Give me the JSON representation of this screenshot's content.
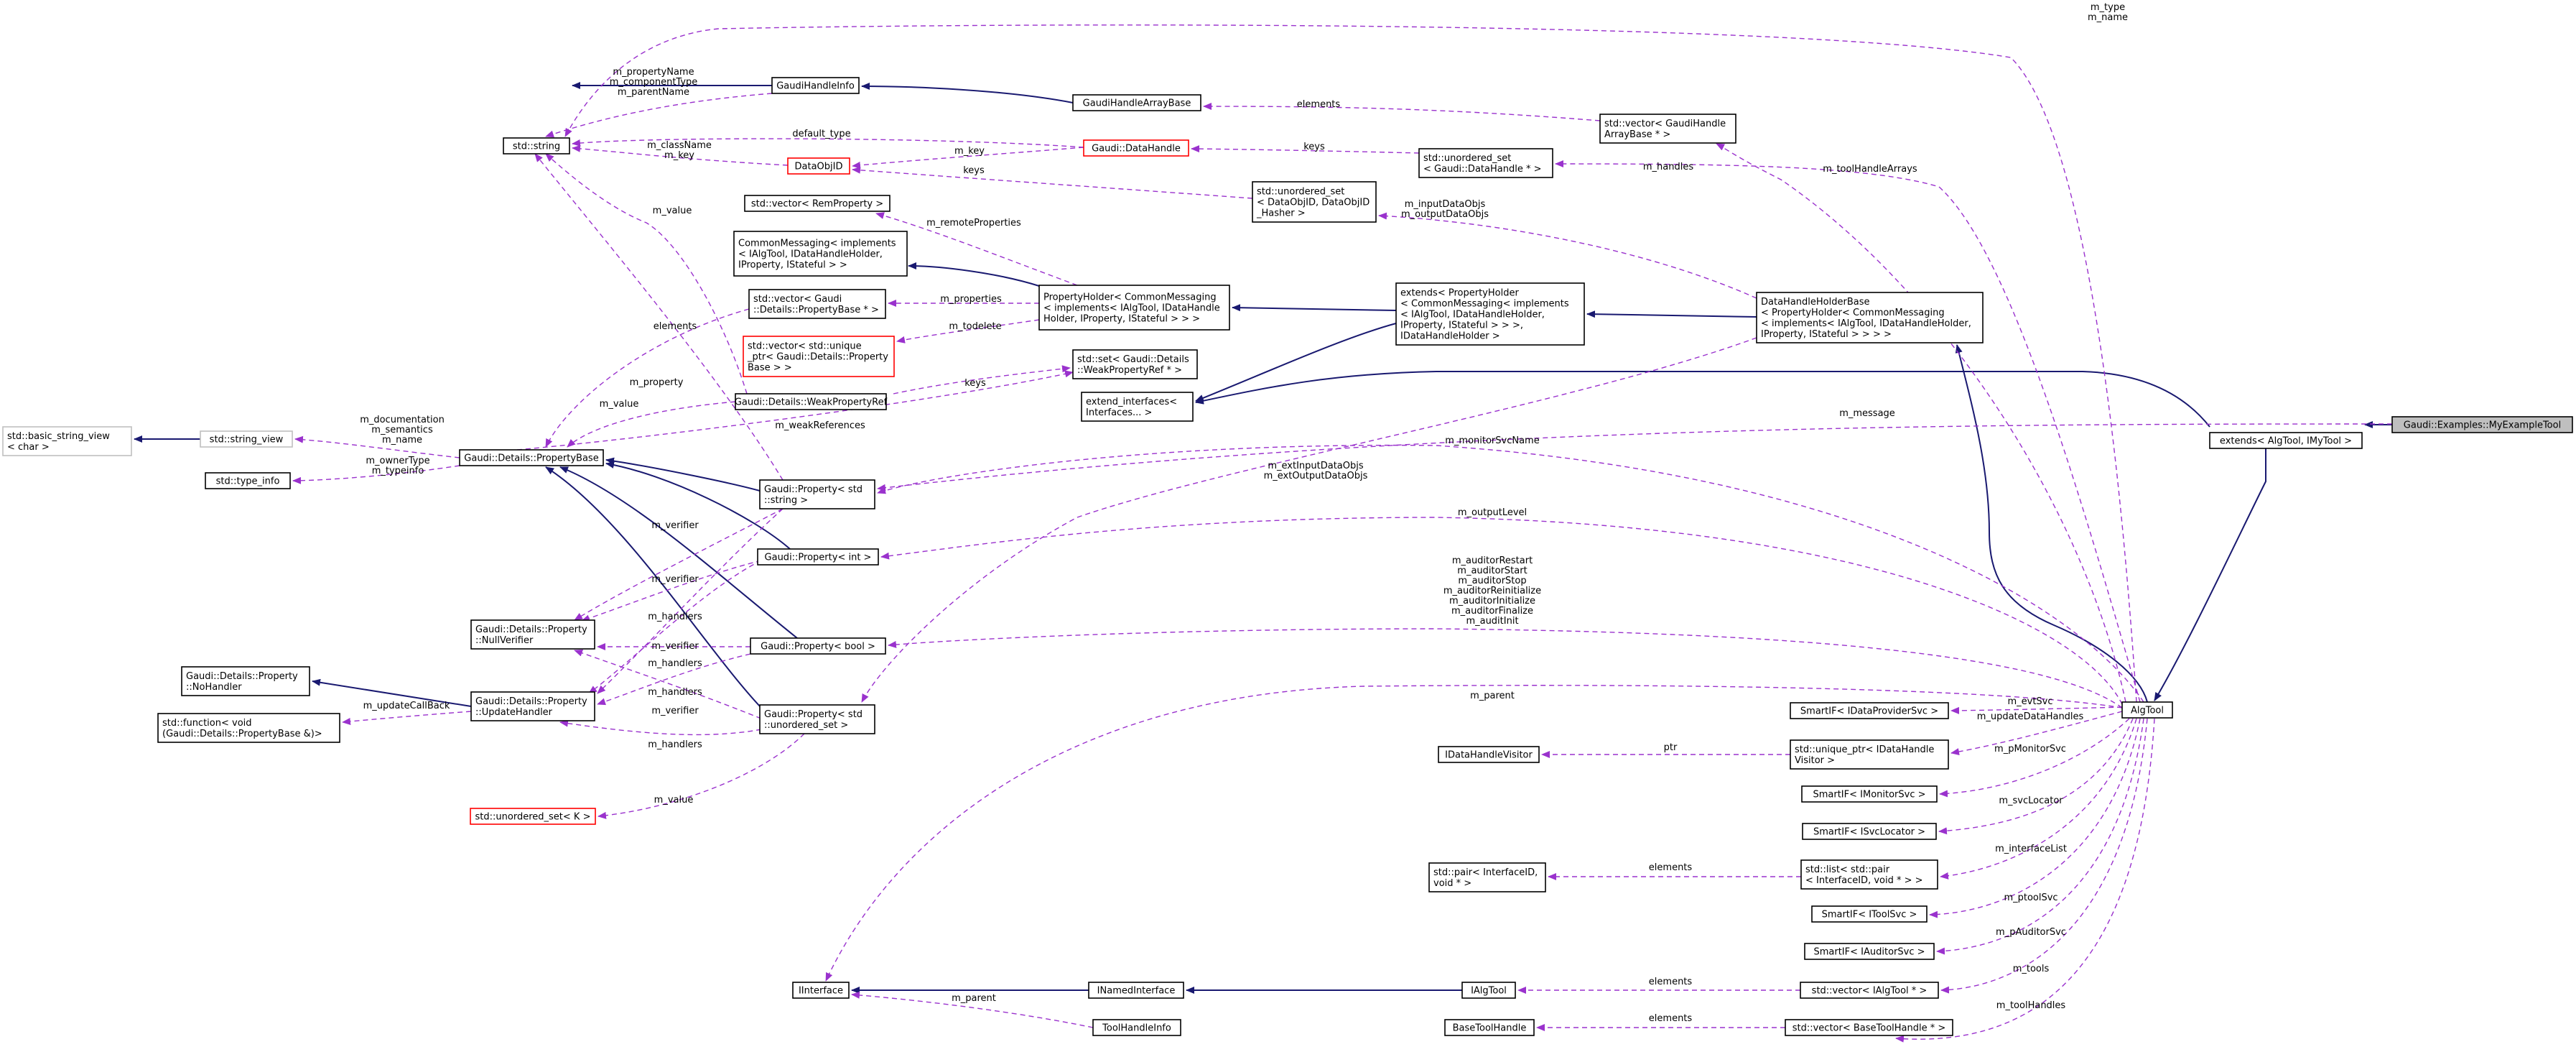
{
  "diagram": {
    "nodes": [
      {
        "id": "my_example_tool",
        "lines": [
          "Gaudi::Examples::MyExampleTool"
        ],
        "style": "highlight"
      },
      {
        "id": "extends_algtool",
        "lines": [
          "extends< AlgTool, IMyTool >"
        ],
        "style": "normal"
      },
      {
        "id": "algtool",
        "lines": [
          "AlgTool"
        ],
        "style": "normal"
      },
      {
        "id": "datahandleholderbase",
        "lines": [
          "DataHandleHolderBase",
          "< PropertyHolder< CommonMessaging",
          "< implements< IAlgTool, IDataHandleHolder,",
          "IProperty, IStateful > > > >"
        ],
        "style": "normal"
      },
      {
        "id": "extends_propertyholder",
        "lines": [
          "extends< PropertyHolder",
          "< CommonMessaging< implements",
          "< IAlgTool, IDataHandleHolder,",
          "IProperty, IStateful > > >,",
          "IDataHandleHolder >"
        ],
        "style": "normal"
      },
      {
        "id": "propertyholder",
        "lines": [
          "PropertyHolder< CommonMessaging",
          "< implements< IAlgTool, IDataHandle",
          "Holder, IProperty, IStateful > > >"
        ],
        "style": "normal"
      },
      {
        "id": "commonmessaging",
        "lines": [
          "CommonMessaging< implements",
          "< IAlgTool, IDataHandleHolder,",
          "IProperty, IStateful > >"
        ],
        "style": "normal"
      },
      {
        "id": "extend_interfaces",
        "lines": [
          "extend_interfaces<",
          "Interfaces... >"
        ],
        "style": "normal"
      },
      {
        "id": "std_string",
        "lines": [
          "std::string"
        ],
        "style": "normal"
      },
      {
        "id": "gaudihandleinfo",
        "lines": [
          "GaudiHandleInfo"
        ],
        "style": "normal"
      },
      {
        "id": "gaudihandlearraybase",
        "lines": [
          "GaudiHandleArrayBase"
        ],
        "style": "normal"
      },
      {
        "id": "vector_gaudihandlearraybase",
        "lines": [
          "std::vector< GaudiHandle",
          "ArrayBase * >"
        ],
        "style": "normal"
      },
      {
        "id": "gaudi_datahandle",
        "lines": [
          "Gaudi::DataHandle"
        ],
        "style": "red"
      },
      {
        "id": "dataobjid",
        "lines": [
          "DataObjID"
        ],
        "style": "red"
      },
      {
        "id": "unordered_set_datahandle",
        "lines": [
          "std::unordered_set",
          "< Gaudi::DataHandle * >"
        ],
        "style": "normal"
      },
      {
        "id": "unordered_set_dataobjid",
        "lines": [
          "std::unordered_set",
          "< DataObjID, DataObjID",
          "_Hasher >"
        ],
        "style": "normal"
      },
      {
        "id": "vector_remproperty",
        "lines": [
          "std::vector< RemProperty >"
        ],
        "style": "normal"
      },
      {
        "id": "vector_propertybase",
        "lines": [
          "std::vector< Gaudi",
          "::Details::PropertyBase * >"
        ],
        "style": "normal"
      },
      {
        "id": "vector_unique_ptr",
        "lines": [
          "std::vector< std::unique",
          "_ptr< Gaudi::Details::Property",
          "Base > >"
        ],
        "style": "red"
      },
      {
        "id": "set_weakpropertyref",
        "lines": [
          "std::set< Gaudi::Details",
          "::WeakPropertyRef * >"
        ],
        "style": "normal"
      },
      {
        "id": "weakpropertyref",
        "lines": [
          "Gaudi::Details::WeakPropertyRef"
        ],
        "style": "normal"
      },
      {
        "id": "basic_string_view",
        "lines": [
          "std::basic_string_view",
          "< char >"
        ],
        "style": "gray"
      },
      {
        "id": "string_view",
        "lines": [
          "std::string_view"
        ],
        "style": "gray"
      },
      {
        "id": "type_info",
        "lines": [
          "std::type_info"
        ],
        "style": "normal"
      },
      {
        "id": "propertybase",
        "lines": [
          "Gaudi::Details::PropertyBase"
        ],
        "style": "normal"
      },
      {
        "id": "property_string",
        "lines": [
          "Gaudi::Property< std",
          "::string >"
        ],
        "style": "normal"
      },
      {
        "id": "property_int",
        "lines": [
          "Gaudi::Property< int >"
        ],
        "style": "normal"
      },
      {
        "id": "property_bool",
        "lines": [
          "Gaudi::Property< bool >"
        ],
        "style": "normal"
      },
      {
        "id": "property_unordered_set",
        "lines": [
          "Gaudi::Property< std",
          "::unordered_set >"
        ],
        "style": "normal"
      },
      {
        "id": "nullverifier",
        "lines": [
          "Gaudi::Details::Property",
          "::NullVerifier"
        ],
        "style": "normal"
      },
      {
        "id": "nohandler",
        "lines": [
          "Gaudi::Details::Property",
          "::NoHandler"
        ],
        "style": "normal"
      },
      {
        "id": "updatehandler",
        "lines": [
          "Gaudi::Details::Property",
          "::UpdateHandler"
        ],
        "style": "normal"
      },
      {
        "id": "std_function",
        "lines": [
          "std::function< void",
          "(Gaudi::Details::PropertyBase &)>"
        ],
        "style": "normal"
      },
      {
        "id": "unordered_set_k",
        "lines": [
          "std::unordered_set< K >"
        ],
        "style": "red"
      },
      {
        "id": "smartif_idataprovidersvc",
        "lines": [
          "SmartIF< IDataProviderSvc >"
        ],
        "style": "normal"
      },
      {
        "id": "unique_ptr_idatahandlevisitor",
        "lines": [
          "std::unique_ptr< IDataHandle",
          "Visitor >"
        ],
        "style": "normal"
      },
      {
        "id": "idatahandlevisitor",
        "lines": [
          "IDataHandleVisitor"
        ],
        "style": "normal"
      },
      {
        "id": "smartif_imonitorsvc",
        "lines": [
          "SmartIF< IMonitorSvc >"
        ],
        "style": "normal"
      },
      {
        "id": "smartif_isvclocator",
        "lines": [
          "SmartIF< ISvcLocator >"
        ],
        "style": "normal"
      },
      {
        "id": "list_pair",
        "lines": [
          "std::list< std::pair",
          "< InterfaceID, void * > >"
        ],
        "style": "normal"
      },
      {
        "id": "pair_interfaceid",
        "lines": [
          "std::pair< InterfaceID,",
          "void * >"
        ],
        "style": "normal"
      },
      {
        "id": "smartif_itoolsvc",
        "lines": [
          "SmartIF< IToolSvc >"
        ],
        "style": "normal"
      },
      {
        "id": "smartif_iauditorsvc",
        "lines": [
          "SmartIF< IAuditorSvc >"
        ],
        "style": "normal"
      },
      {
        "id": "vector_ialgtool",
        "lines": [
          "std::vector< IAlgTool * >"
        ],
        "style": "normal"
      },
      {
        "id": "ialgtool",
        "lines": [
          "IAlgTool"
        ],
        "style": "normal"
      },
      {
        "id": "inamedinterface",
        "lines": [
          "INamedInterface"
        ],
        "style": "normal"
      },
      {
        "id": "iinterface",
        "lines": [
          "IInterface"
        ],
        "style": "normal"
      },
      {
        "id": "toolhandleinfo",
        "lines": [
          "ToolHandleInfo"
        ],
        "style": "normal"
      },
      {
        "id": "basetoolhandle",
        "lines": [
          "BaseToolHandle"
        ],
        "style": "normal"
      },
      {
        "id": "vector_basetoolhandle",
        "lines": [
          "std::vector< BaseToolHandle * >"
        ],
        "style": "normal"
      }
    ],
    "edges": [
      {
        "id": "e1",
        "type": "inheritance",
        "labels": []
      },
      {
        "id": "e2",
        "type": "inheritance",
        "labels": []
      },
      {
        "id": "e3",
        "type": "inheritance",
        "labels": []
      },
      {
        "id": "e4",
        "type": "inheritance",
        "labels": []
      },
      {
        "id": "e5",
        "type": "inheritance",
        "labels": []
      },
      {
        "id": "e6",
        "type": "inheritance",
        "labels": []
      },
      {
        "id": "e7",
        "type": "inheritance",
        "labels": []
      },
      {
        "id": "e8",
        "type": "inheritance",
        "labels": []
      },
      {
        "id": "e9",
        "type": "inheritance",
        "labels": []
      },
      {
        "id": "e10",
        "type": "inheritance",
        "labels": []
      },
      {
        "id": "e11",
        "type": "inheritance",
        "labels": []
      },
      {
        "id": "e12",
        "type": "inheritance",
        "labels": []
      },
      {
        "id": "e13",
        "type": "inheritance",
        "labels": []
      },
      {
        "id": "e14",
        "type": "inheritance",
        "labels": []
      },
      {
        "id": "e15",
        "type": "inheritance",
        "labels": []
      },
      {
        "id": "e16",
        "type": "inheritance",
        "labels": []
      },
      {
        "id": "e17",
        "type": "inheritance",
        "labels": []
      },
      {
        "id": "e18",
        "type": "inheritance",
        "labels": []
      },
      {
        "id": "u1",
        "type": "usage",
        "labels": [
          "m_type",
          "m_name"
        ]
      },
      {
        "id": "u2",
        "type": "usage",
        "labels": [
          "m_propertyName",
          "m_componentType",
          "m_parentName"
        ]
      },
      {
        "id": "u3",
        "type": "usage",
        "labels": [
          "default_type"
        ]
      },
      {
        "id": "u4",
        "type": "usage",
        "labels": [
          "m_className",
          "m_key"
        ]
      },
      {
        "id": "u5",
        "type": "usage",
        "labels": [
          "m_value"
        ]
      },
      {
        "id": "u6",
        "type": "usage",
        "labels": [
          "m_documentation",
          "m_semantics",
          "m_name"
        ]
      },
      {
        "id": "u7",
        "type": "usage",
        "labels": [
          "m_ownerType",
          "m_typeinfo"
        ]
      },
      {
        "id": "u8",
        "type": "usage",
        "labels": [
          "m_value"
        ]
      },
      {
        "id": "u9",
        "type": "usage",
        "labels": [
          "elements"
        ]
      },
      {
        "id": "u10",
        "type": "usage",
        "labels": [
          "m_toolHandleArrays"
        ]
      },
      {
        "id": "u11",
        "type": "usage",
        "labels": [
          "m_key"
        ]
      },
      {
        "id": "u12",
        "type": "usage",
        "labels": [
          "keys"
        ]
      },
      {
        "id": "u13",
        "type": "usage",
        "labels": [
          "keys"
        ]
      },
      {
        "id": "u14",
        "type": "usage",
        "labels": [
          "m_handles"
        ]
      },
      {
        "id": "u15",
        "type": "usage",
        "labels": [
          "m_inputDataObjs",
          "m_outputDataObjs"
        ]
      },
      {
        "id": "u16",
        "type": "usage",
        "labels": [
          "m_remoteProperties"
        ]
      },
      {
        "id": "u17",
        "type": "usage",
        "labels": [
          "m_properties"
        ]
      },
      {
        "id": "u18",
        "type": "usage",
        "labels": [
          "m_todelete"
        ]
      },
      {
        "id": "u19",
        "type": "usage",
        "labels": [
          "keys"
        ]
      },
      {
        "id": "u20",
        "type": "usage",
        "labels": [
          "elements"
        ]
      },
      {
        "id": "u21",
        "type": "usage",
        "labels": [
          "m_property"
        ]
      },
      {
        "id": "u22",
        "type": "usage",
        "labels": [
          "m_weakReferences"
        ]
      },
      {
        "id": "u23",
        "type": "usage",
        "labels": [
          "m_message"
        ]
      },
      {
        "id": "u24",
        "type": "usage",
        "labels": [
          "m_monitorSvcName"
        ]
      },
      {
        "id": "u25",
        "type": "usage",
        "labels": [
          "m_extInputDataObjs",
          "m_extOutputDataObjs"
        ]
      },
      {
        "id": "u26",
        "type": "usage",
        "labels": [
          "m_outputLevel"
        ]
      },
      {
        "id": "u27",
        "type": "usage",
        "labels": [
          "m_auditorRestart",
          "m_auditorStart",
          "m_auditorStop",
          "m_auditorReinitialize",
          "m_auditorInitialize",
          "m_auditorFinalize",
          "m_auditInit"
        ]
      },
      {
        "id": "u28",
        "type": "usage",
        "labels": [
          "m_parent"
        ]
      },
      {
        "id": "u29",
        "type": "usage",
        "labels": [
          "m_verifier"
        ]
      },
      {
        "id": "u30",
        "type": "usage",
        "labels": [
          "m_verifier"
        ]
      },
      {
        "id": "u31",
        "type": "usage",
        "labels": [
          "m_verifier"
        ]
      },
      {
        "id": "u32",
        "type": "usage",
        "labels": [
          "m_verifier"
        ]
      },
      {
        "id": "u33",
        "type": "usage",
        "labels": [
          "m_handlers"
        ]
      },
      {
        "id": "u34",
        "type": "usage",
        "labels": [
          "m_handlers"
        ]
      },
      {
        "id": "u35",
        "type": "usage",
        "labels": [
          "m_handlers"
        ]
      },
      {
        "id": "u36",
        "type": "usage",
        "labels": [
          "m_handlers"
        ]
      },
      {
        "id": "u37",
        "type": "usage",
        "labels": [
          "m_updateCallBack"
        ]
      },
      {
        "id": "u38",
        "type": "usage",
        "labels": [
          "m_value"
        ]
      },
      {
        "id": "u39",
        "type": "usage",
        "labels": [
          "m_evtSvc"
        ]
      },
      {
        "id": "u40",
        "type": "usage",
        "labels": [
          "m_updateDataHandles"
        ]
      },
      {
        "id": "u41",
        "type": "usage",
        "labels": [
          "ptr"
        ]
      },
      {
        "id": "u42",
        "type": "usage",
        "labels": [
          "m_pMonitorSvc"
        ]
      },
      {
        "id": "u43",
        "type": "usage",
        "labels": [
          "m_svcLocator"
        ]
      },
      {
        "id": "u44",
        "type": "usage",
        "labels": [
          "m_interfaceList"
        ]
      },
      {
        "id": "u45",
        "type": "usage",
        "labels": [
          "elements"
        ]
      },
      {
        "id": "u46",
        "type": "usage",
        "labels": [
          "m_ptoolSvc"
        ]
      },
      {
        "id": "u47",
        "type": "usage",
        "labels": [
          "m_pAuditorSvc"
        ]
      },
      {
        "id": "u48",
        "type": "usage",
        "labels": [
          "m_tools"
        ]
      },
      {
        "id": "u49",
        "type": "usage",
        "labels": [
          "elements"
        ]
      },
      {
        "id": "u50",
        "type": "usage",
        "labels": [
          "m_parent"
        ]
      },
      {
        "id": "u51",
        "type": "usage",
        "labels": [
          "elements"
        ]
      },
      {
        "id": "u52",
        "type": "usage",
        "labels": [
          "m_toolHandles"
        ]
      }
    ]
  }
}
